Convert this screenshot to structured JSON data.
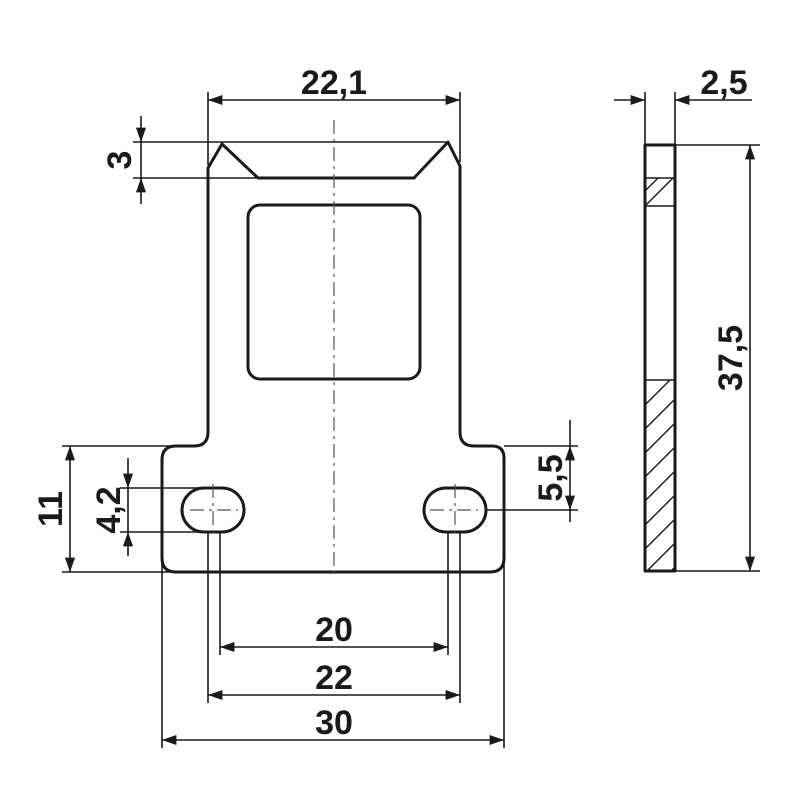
{
  "dimensions": {
    "top_width": "22,1",
    "tab_height": "3",
    "thickness": "2,5",
    "total_height": "37,5",
    "slot_offset": "5,5",
    "base_height": "11",
    "slot_width": "4,2",
    "slot_spacing_inner": "20",
    "slot_spacing_outer": "22",
    "base_width": "30"
  }
}
